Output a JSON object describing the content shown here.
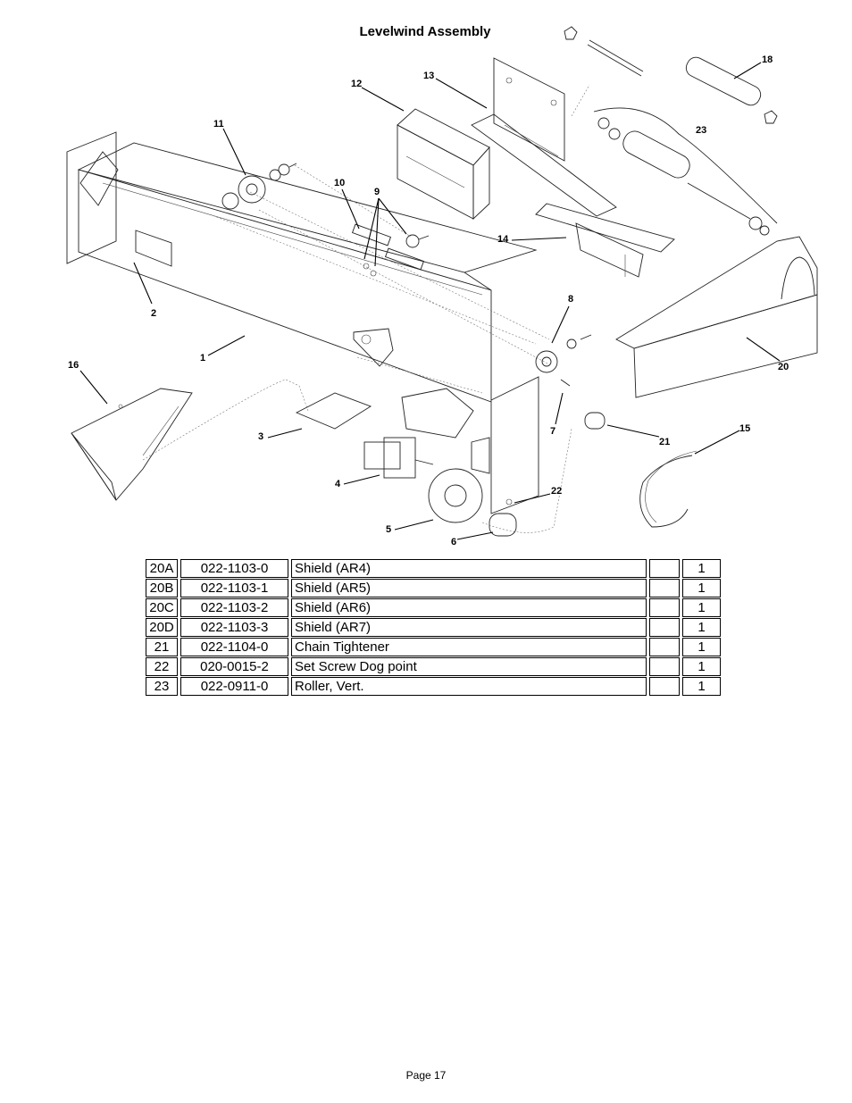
{
  "title": "Levelwind Assembly",
  "callouts": [
    "1",
    "2",
    "3",
    "4",
    "5",
    "6",
    "7",
    "8",
    "9",
    "10",
    "11",
    "12",
    "13",
    "14",
    "15",
    "16",
    "18",
    "20",
    "21",
    "22",
    "23"
  ],
  "parts_table": {
    "rows": [
      {
        "item": "20A",
        "part_no": "022-1103-0",
        "description": "Shield  (AR4)",
        "note": "",
        "qty": "1"
      },
      {
        "item": "20B",
        "part_no": "022-1103-1",
        "description": "Shield  (AR5)",
        "note": "",
        "qty": "1"
      },
      {
        "item": "20C",
        "part_no": "022-1103-2",
        "description": "Shield  (AR6)",
        "note": "",
        "qty": "1"
      },
      {
        "item": "20D",
        "part_no": "022-1103-3",
        "description": "Shield  (AR7)",
        "note": "",
        "qty": "1"
      },
      {
        "item": "21",
        "part_no": "022-1104-0",
        "description": "Chain Tightener",
        "note": "",
        "qty": "1"
      },
      {
        "item": "22",
        "part_no": "020-0015-2",
        "description": "Set Screw Dog point",
        "note": "",
        "qty": "1"
      },
      {
        "item": "23",
        "part_no": "022-0911-0",
        "description": "Roller, Vert.",
        "note": "",
        "qty": "1"
      }
    ]
  },
  "page": "Page 17"
}
